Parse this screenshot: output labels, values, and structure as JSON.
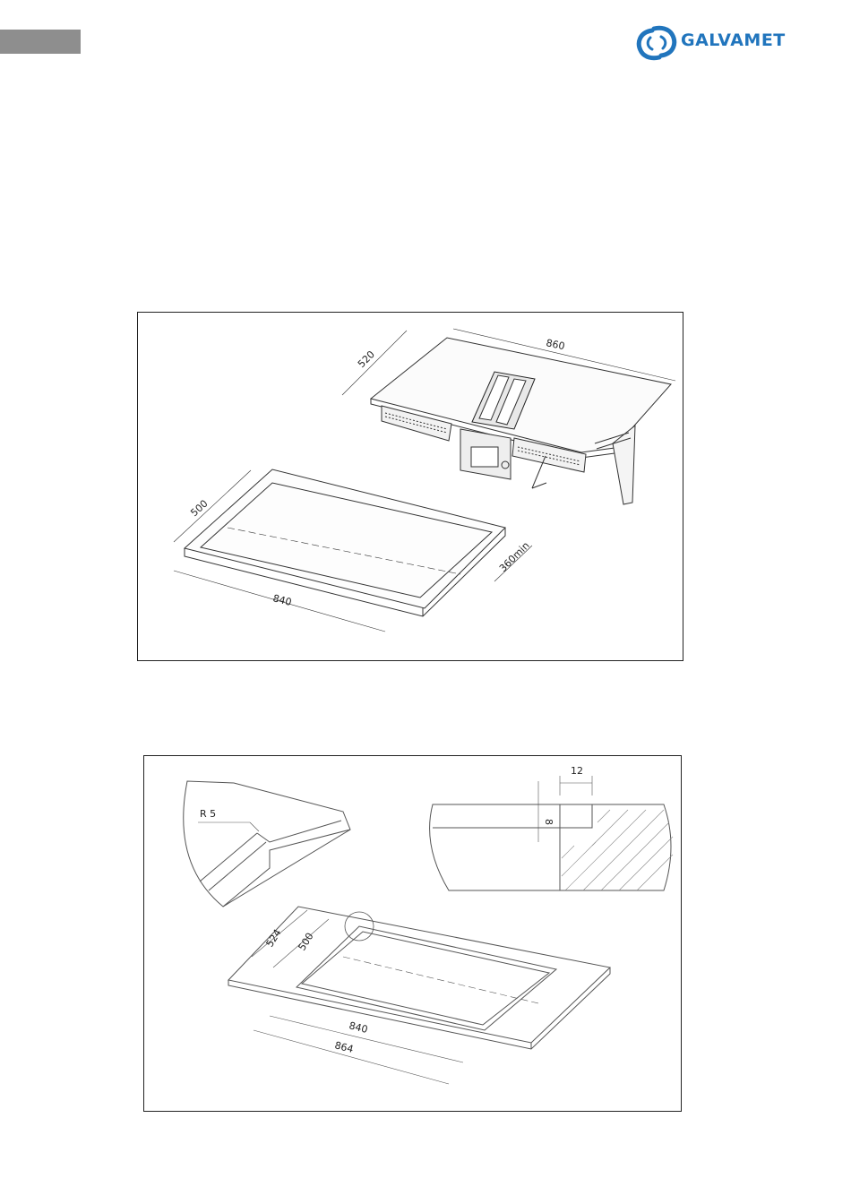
{
  "header": {
    "brand": "GALVAMET",
    "brand_color": "#2175bd",
    "tab_color": "#8e8e8e"
  },
  "figure_1": {
    "hob_width": "860",
    "hob_depth": "520",
    "cutout_width": "840",
    "cutout_depth": "500",
    "cabinet_min": "360min"
  },
  "figure_2": {
    "radius": "R 5",
    "rebate_width": "12",
    "rebate_depth": "8",
    "inner_depth": "500",
    "outer_depth": "524",
    "inner_width": "840",
    "outer_width": "864"
  }
}
